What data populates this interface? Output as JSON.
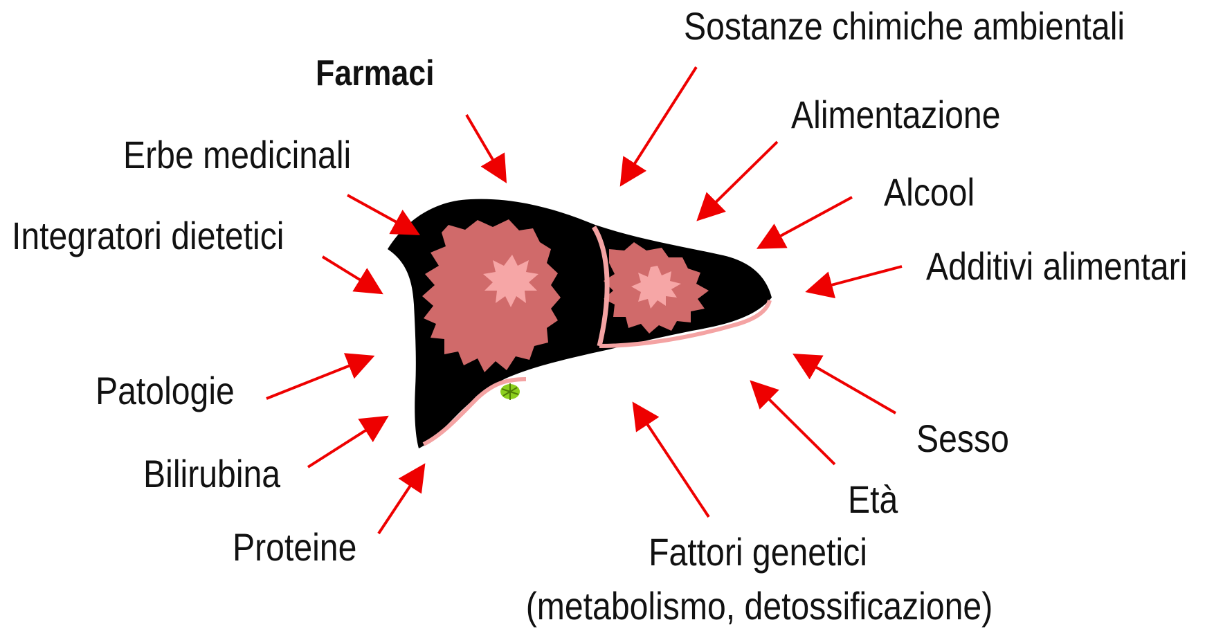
{
  "labels": {
    "farmaci": "Farmaci",
    "sostanze": "Sostanze chimiche ambientali",
    "alimentazione": "Alimentazione",
    "alcool": "Alcool",
    "additivi": "Additivi alimentari",
    "erbe": "Erbe medicinali",
    "integratori": "Integratori dietetici",
    "patologie": "Patologie",
    "bilirubina": "Bilirubina",
    "proteine": "Proteine",
    "sesso": "Sesso",
    "eta": "Età",
    "fattori_line1": "Fattori genetici",
    "fattori_line2": "(metabolismo, detossificazione)"
  },
  "colors": {
    "arrow": "#ee0000",
    "liver_outline": "#000000",
    "liver_fill": "#d06a6a",
    "liver_edge": "#f4a3a3",
    "star_fill": "#f6a6a6",
    "gallbladder": "#8ccf1f",
    "text": "#111111"
  },
  "icons": {
    "center": "liver-icon",
    "arrows": "arrow-icon"
  }
}
